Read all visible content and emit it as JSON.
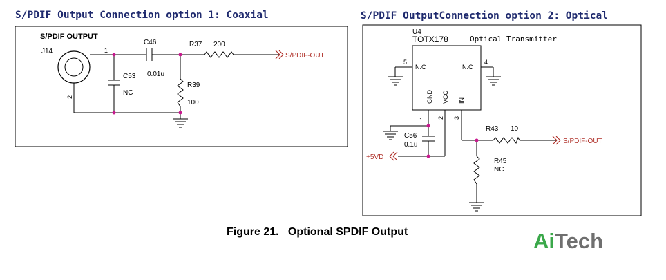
{
  "colors": {
    "header": "#1f2a6e",
    "net_label": "#b0312a",
    "junction": "#c8188e",
    "logo_green": "#3aa84a",
    "logo_gray": "#6f6f6f"
  },
  "coaxial": {
    "header": "S/PDIF Output Connection option 1: Coaxial",
    "connector_title": "S/PDIF OUTPUT",
    "connector_ref": "J14",
    "pin1": "1",
    "pin2": "2",
    "c46_ref": "C46",
    "c46_val": "0.01u",
    "c53_ref": "C53",
    "c53_val": "NC",
    "r37_ref": "R37",
    "r37_val": "200",
    "r39_ref": "R39",
    "r39_val": "100",
    "net": "S/PDIF-OUT"
  },
  "optical": {
    "header": "S/PDIF OutputConnection option 2: Optical",
    "u_ref": "U4",
    "u_part": "TOTX178",
    "u_desc": "Optical Transmitter",
    "pin5_num": "5",
    "pin5_name": "N.C",
    "pin4_num": "4",
    "pin4_name": "N.C",
    "gnd_name": "GND",
    "vcc_name": "VCC",
    "in_name": "IN",
    "pin1": "1",
    "pin2": "2",
    "pin3": "3",
    "c56_ref": "C56",
    "c56_val": "0.1u",
    "supply": "+5VD",
    "r43_ref": "R43",
    "r43_val": "10",
    "r45_ref": "R45",
    "r45_val": "NC",
    "net": "S/PDIF-OUT"
  },
  "caption": "Figure 21.   Optional SPDIF Output",
  "logo": {
    "part1": "Ai",
    "part2": "Tech"
  }
}
